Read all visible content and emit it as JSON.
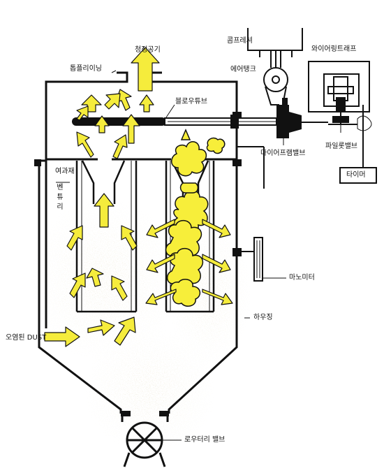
{
  "labels": {
    "clean_air": "청정공기",
    "top_cleaning": "톱플리이닝",
    "compressor": "콤프레셔",
    "air_tank": "에어탱크",
    "wire_trap": "와이어링트래프",
    "blow_tube": "블로우튜브",
    "diaphragm_valve": "다이어프램밸브",
    "pilot_valve": "파일롯밸브",
    "timer": "타이머",
    "filter_media": "여과재",
    "venturi": "벤튜리",
    "manometer": "마노미터",
    "housing": "하우징",
    "dirty_dust": "오염된 DUST",
    "rotary_valve": "로우터리 밸브"
  },
  "colors": {
    "line": "#111111",
    "arrow": "#f5ec3c",
    "dust": "#c9b98a"
  }
}
